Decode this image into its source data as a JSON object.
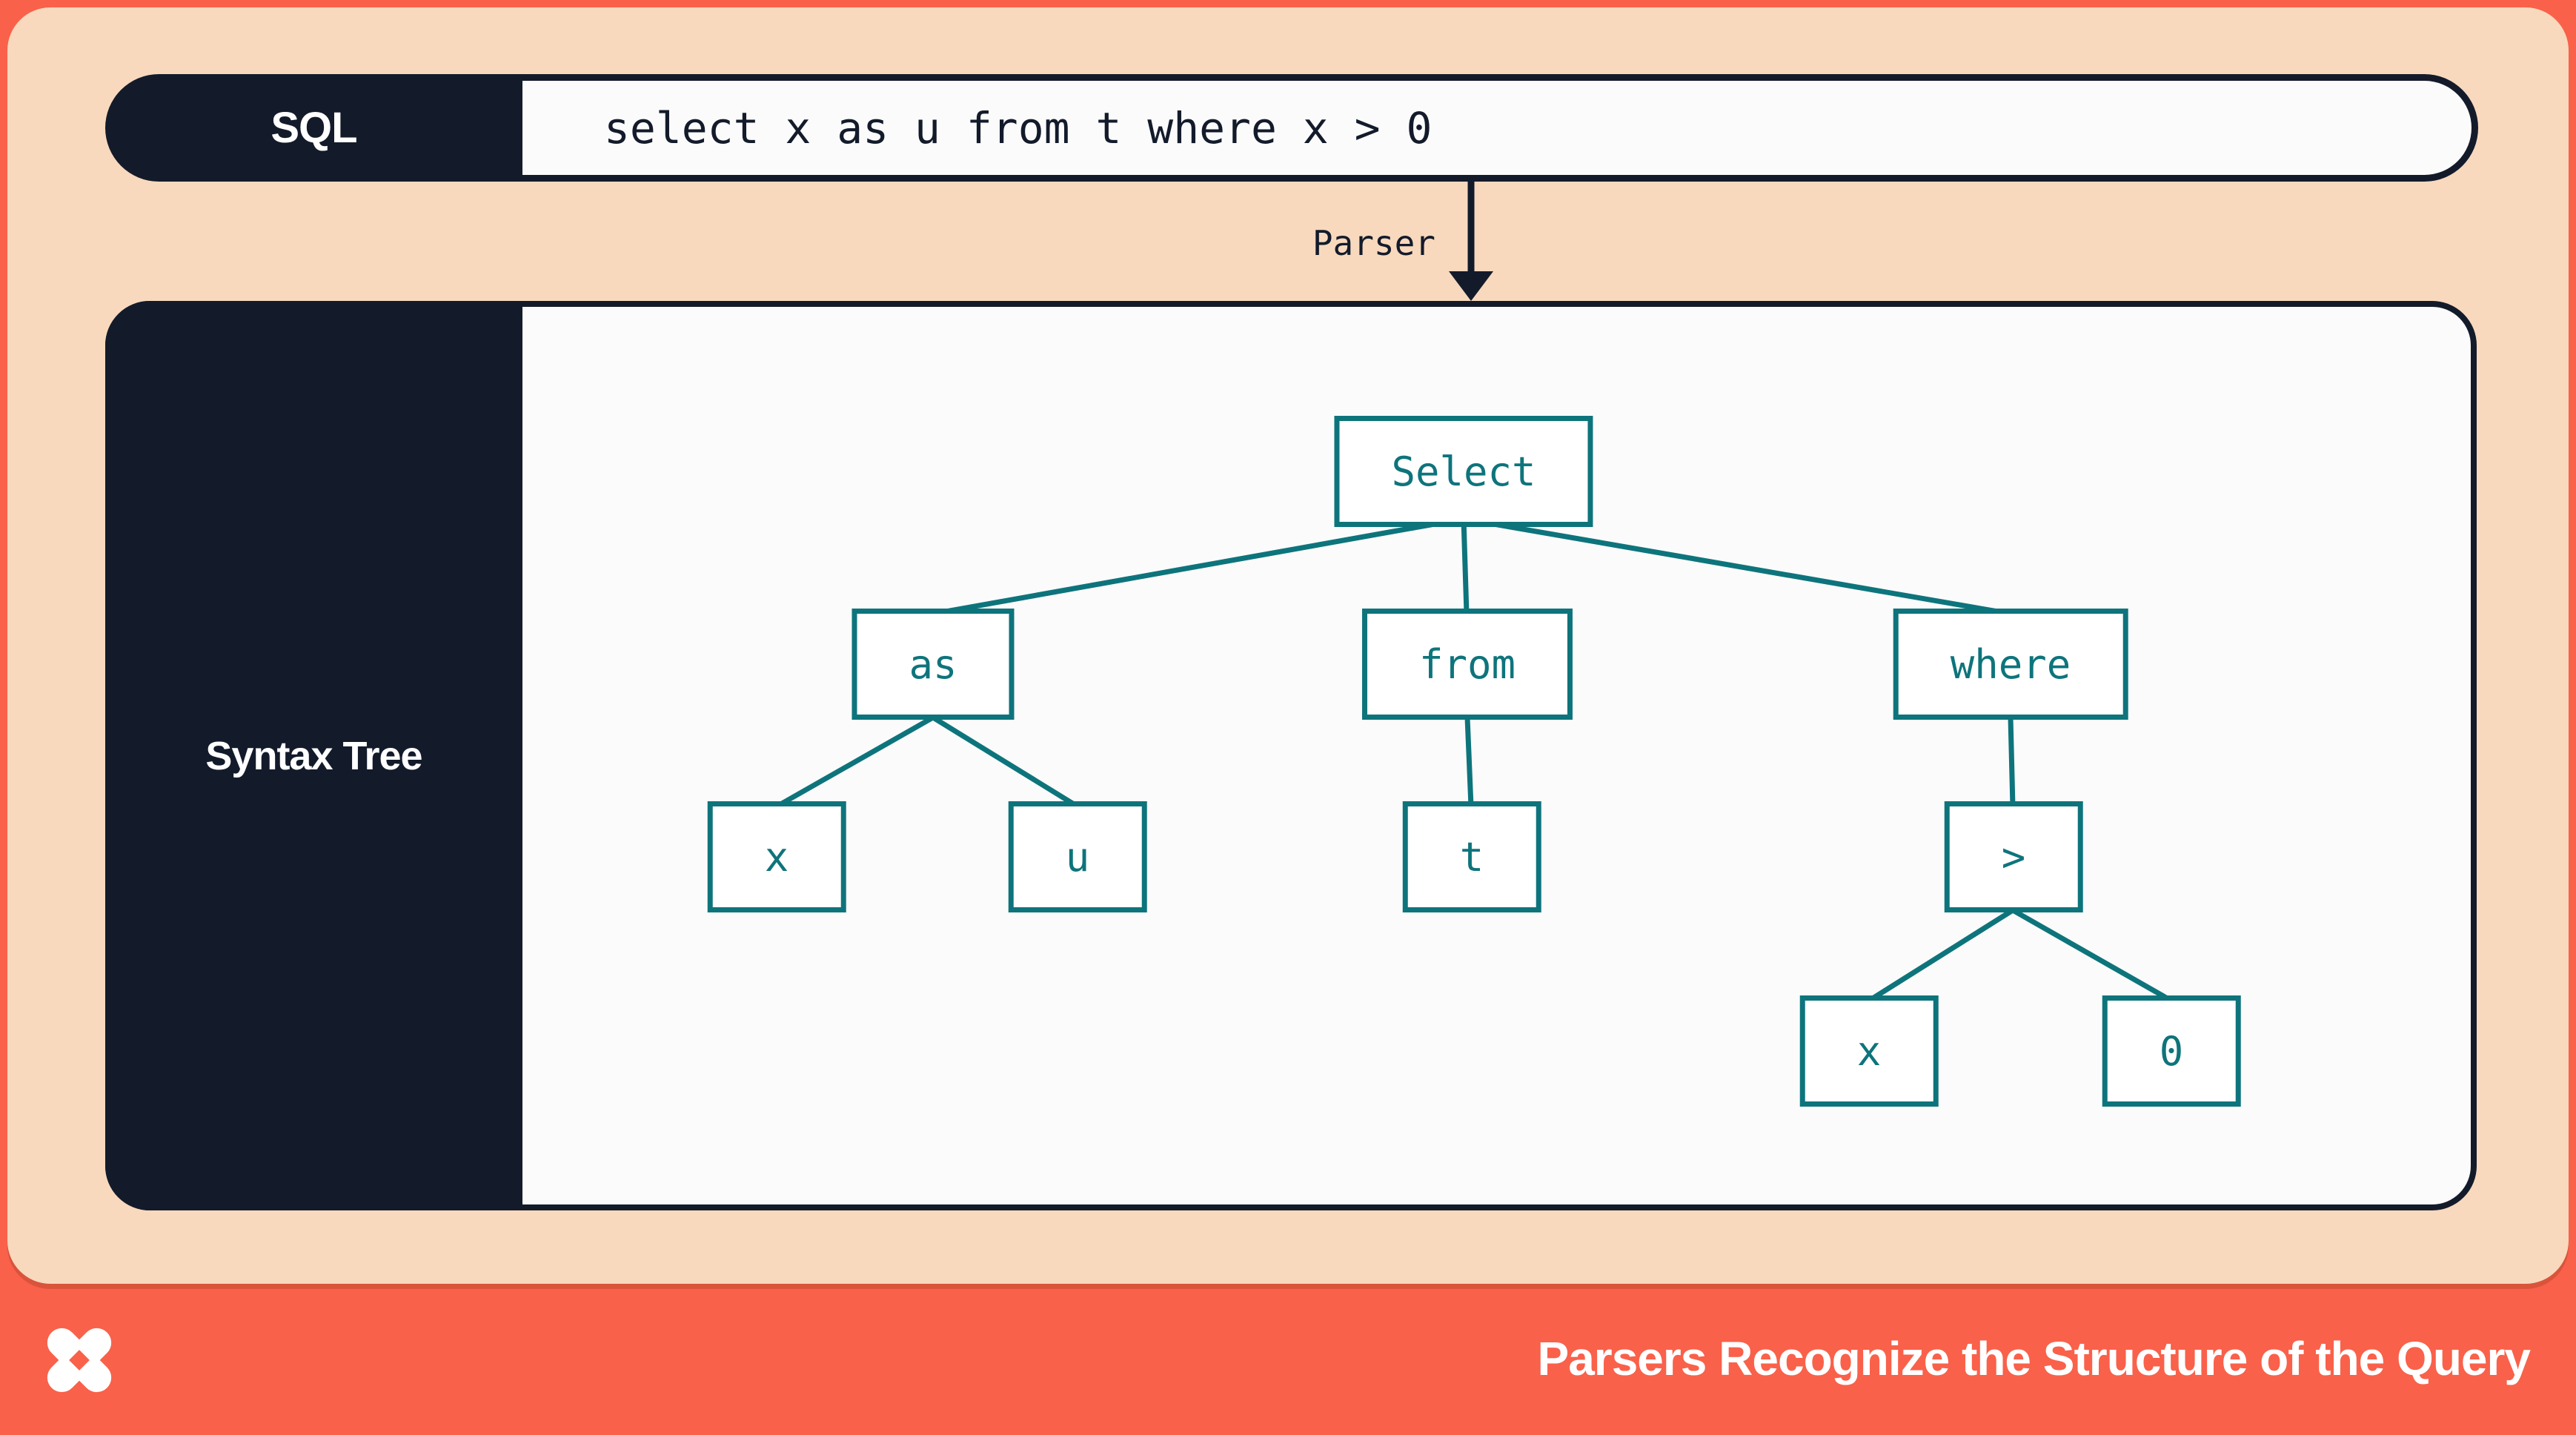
{
  "sql_bar": {
    "label": "SQL",
    "query": "select x as u from t where x > 0"
  },
  "parser_arrow": {
    "label": "Parser"
  },
  "syntax_tree": {
    "label": "Syntax Tree",
    "nodes": [
      {
        "id": "select",
        "label": "Select"
      },
      {
        "id": "as",
        "label": "as"
      },
      {
        "id": "from",
        "label": "from"
      },
      {
        "id": "where",
        "label": "where"
      },
      {
        "id": "x-column",
        "label": "x"
      },
      {
        "id": "u-alias",
        "label": "u"
      },
      {
        "id": "t-table",
        "label": "t"
      },
      {
        "id": "gt-operator",
        "label": ">"
      },
      {
        "id": "x-operand",
        "label": "x"
      },
      {
        "id": "zero-literal",
        "label": "0"
      }
    ],
    "edges": [
      [
        "select",
        "as"
      ],
      [
        "select",
        "from"
      ],
      [
        "select",
        "where"
      ],
      [
        "as",
        "x-column"
      ],
      [
        "as",
        "u-alias"
      ],
      [
        "from",
        "t-table"
      ],
      [
        "where",
        "gt-operator"
      ],
      [
        "gt-operator",
        "x-operand"
      ],
      [
        "gt-operator",
        "zero-literal"
      ]
    ]
  },
  "footer": {
    "title": "Parsers Recognize the Structure of the Query",
    "logo": "dolt-pinwheel-logo"
  },
  "colors": {
    "coral": "#f9614a",
    "peach": "#f8d9bd",
    "navy": "#131b2b",
    "teal": "#0e747c",
    "paper": "#fbfbfb"
  }
}
